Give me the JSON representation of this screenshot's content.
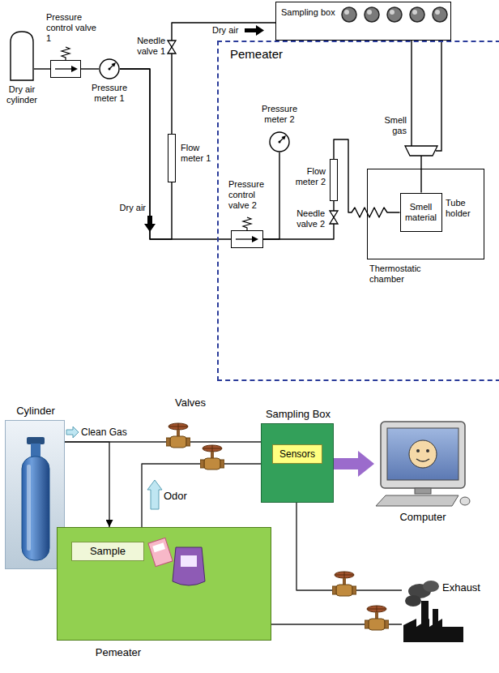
{
  "diagram": {
    "nodes": [
      {
        "text": [
          "Sampling box"
        ]
      },
      {
        "text": [
          "Pemeater"
        ]
      },
      {
        "text": [
          "Dry air cylinder"
        ]
      },
      {
        "text": [
          "Pressure control valve 1"
        ]
      },
      {
        "text": [
          "Pressure meter 1"
        ]
      },
      {
        "text": [
          "Flow meter 1"
        ]
      },
      {
        "text": [
          "Pressure control valve 2"
        ],
        "in": 1
      },
      {
        "text": [
          "Pressure meter 2"
        ],
        "in": 1
      },
      {
        "text": [
          "Flow meter 2"
        ],
        "in": 1
      },
      {
        "text": [
          "Thermostatic chamber"
        ],
        "in": 1
      },
      {
        "text": [
          "Smell material"
        ],
        "in": 9
      },
      {
        "text": [
          "Cylinder"
        ]
      },
      {
        "text": [
          "Sampling Box"
        ]
      },
      {
        "text": [
          "Sensors"
        ],
        "in": 12
      },
      {
        "text": [
          "Computer"
        ]
      },
      {
        "text": [
          "Pemeater"
        ]
      },
      {
        "text": [
          "Sample"
        ],
        "in": 15
      },
      {
        "text": [
          "Exhaust"
        ]
      }
    ],
    "edges": [
      {
        "from": 2,
        "to": 3,
        "arrow": "none"
      },
      {
        "from": 3,
        "to": 4,
        "arrow": "none"
      },
      {
        "from": 4,
        "to": 6,
        "arrow": "none"
      },
      {
        "from": 4,
        "to": 5,
        "arrow": "none"
      },
      {
        "from": 5,
        "to": 0,
        "arrow": "none"
      },
      {
        "from": 6,
        "to": 7,
        "arrow": "none"
      },
      {
        "from": 6,
        "to": 8,
        "arrow": "none"
      },
      {
        "from": 8,
        "to": 10,
        "arrow": "none"
      },
      {
        "from": 10,
        "to": 0,
        "arrow": "none"
      },
      {
        "from": 11,
        "to": 12,
        "arrow": "none"
      },
      {
        "from": 11,
        "to": 15,
        "arrow": "to"
      },
      {
        "from": 15,
        "to": 12,
        "arrow": "none"
      },
      {
        "from": 12,
        "to": 14,
        "arrow": "to"
      },
      {
        "from": 12,
        "to": 17,
        "arrow": "none"
      },
      {
        "from": 15,
        "to": 17,
        "arrow": "none"
      }
    ],
    "labels": [
      "Dry air",
      "Needle valve 1",
      "Smell gas",
      "Tube holder",
      "Dry air",
      "Needle valve 2",
      "Valves",
      "Clean Gas",
      "Odor"
    ]
  }
}
